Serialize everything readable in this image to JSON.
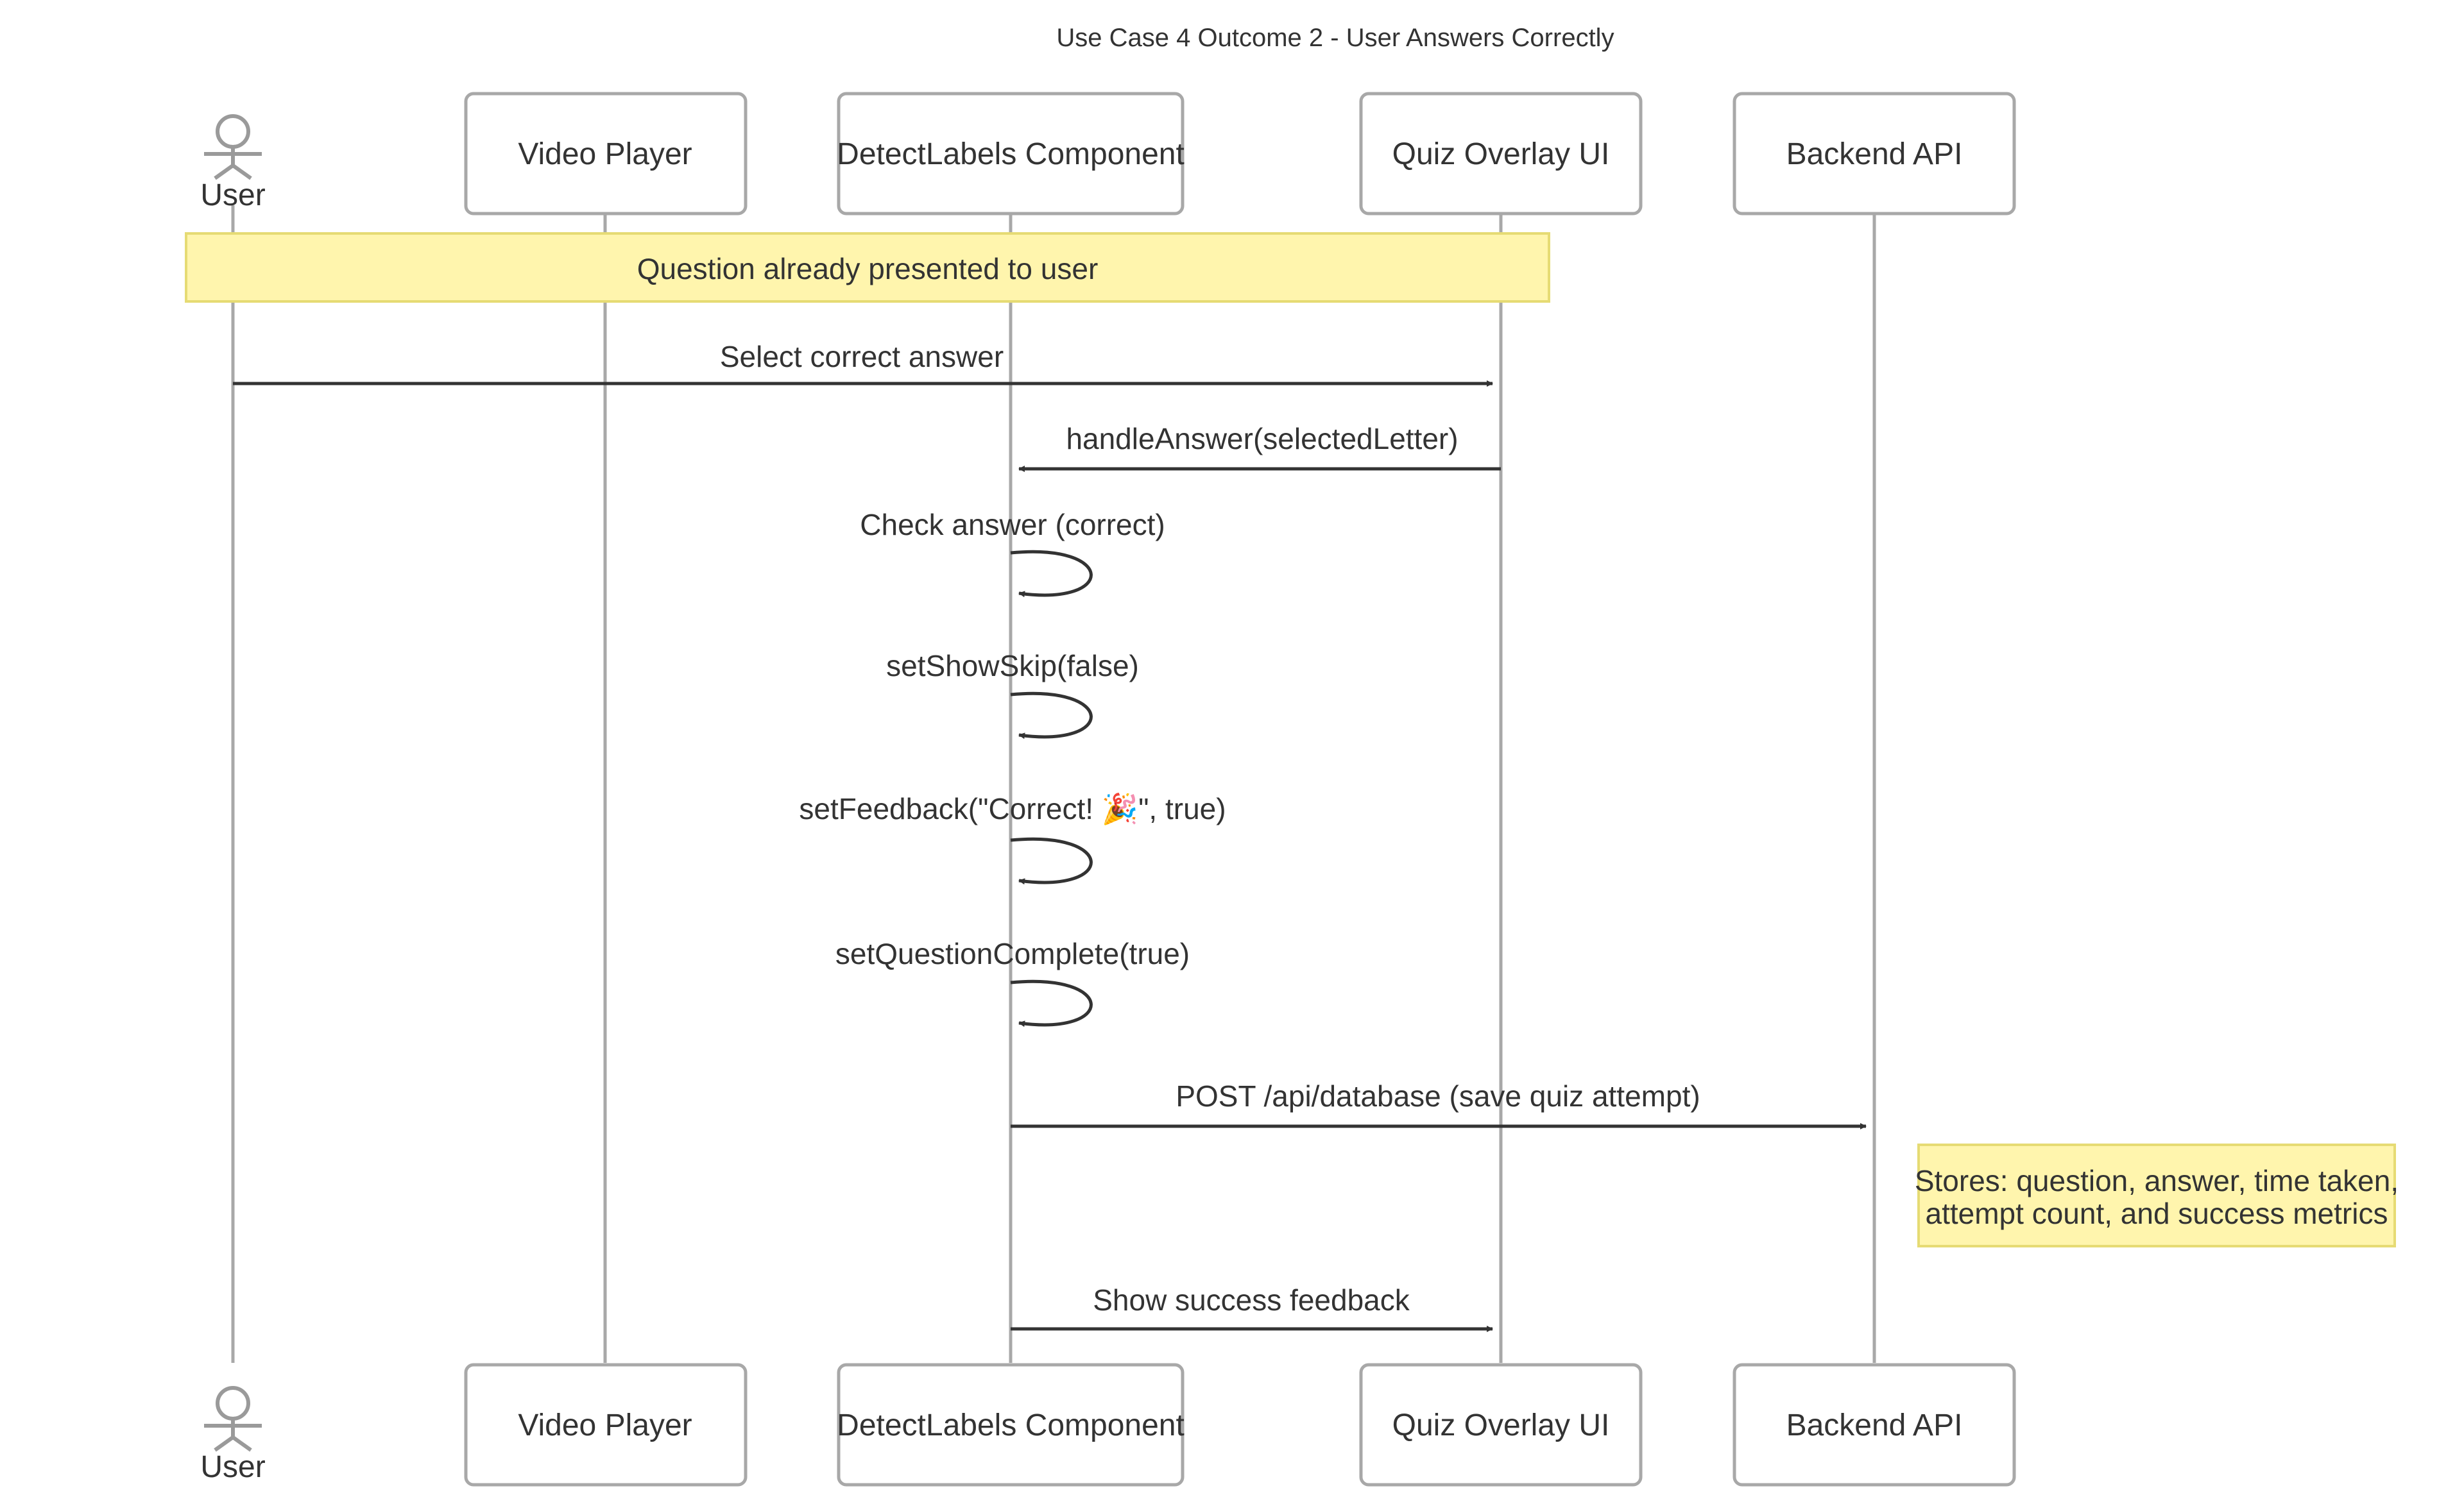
{
  "title": "Use Case 4 Outcome 2 - User Answers Correctly",
  "participants": [
    {
      "id": "user",
      "label": "User",
      "kind": "actor"
    },
    {
      "id": "video",
      "label": "Video Player",
      "kind": "box"
    },
    {
      "id": "detect",
      "label": "DetectLabels Component",
      "kind": "box"
    },
    {
      "id": "quiz",
      "label": "Quiz Overlay UI",
      "kind": "box"
    },
    {
      "id": "backend",
      "label": "Backend API",
      "kind": "box"
    }
  ],
  "notes": [
    {
      "text": "Question already presented to user",
      "over": [
        "user",
        "quiz"
      ]
    },
    {
      "lines": [
        "Stores: question, answer, time taken,",
        "attempt count, and success metrics"
      ],
      "right_of": "backend"
    }
  ],
  "messages": [
    {
      "from": "user",
      "to": "quiz",
      "label": "Select correct answer"
    },
    {
      "from": "quiz",
      "to": "detect",
      "label": "handleAnswer(selectedLetter)"
    },
    {
      "from": "detect",
      "to": "detect",
      "label": "Check answer (correct)"
    },
    {
      "from": "detect",
      "to": "detect",
      "label": "setShowSkip(false)"
    },
    {
      "from": "detect",
      "to": "detect",
      "label": "setFeedback(\"Correct! 🎉\", true)"
    },
    {
      "from": "detect",
      "to": "detect",
      "label": "setQuestionComplete(true)"
    },
    {
      "from": "detect",
      "to": "backend",
      "label": "POST /api/database (save quiz attempt)"
    },
    {
      "from": "detect",
      "to": "quiz",
      "label": "Show success feedback"
    }
  ],
  "colors": {
    "note_fill": "#fff5ad",
    "note_border": "#e6db74",
    "line": "#a8a8a8",
    "arrow": "#333333"
  }
}
